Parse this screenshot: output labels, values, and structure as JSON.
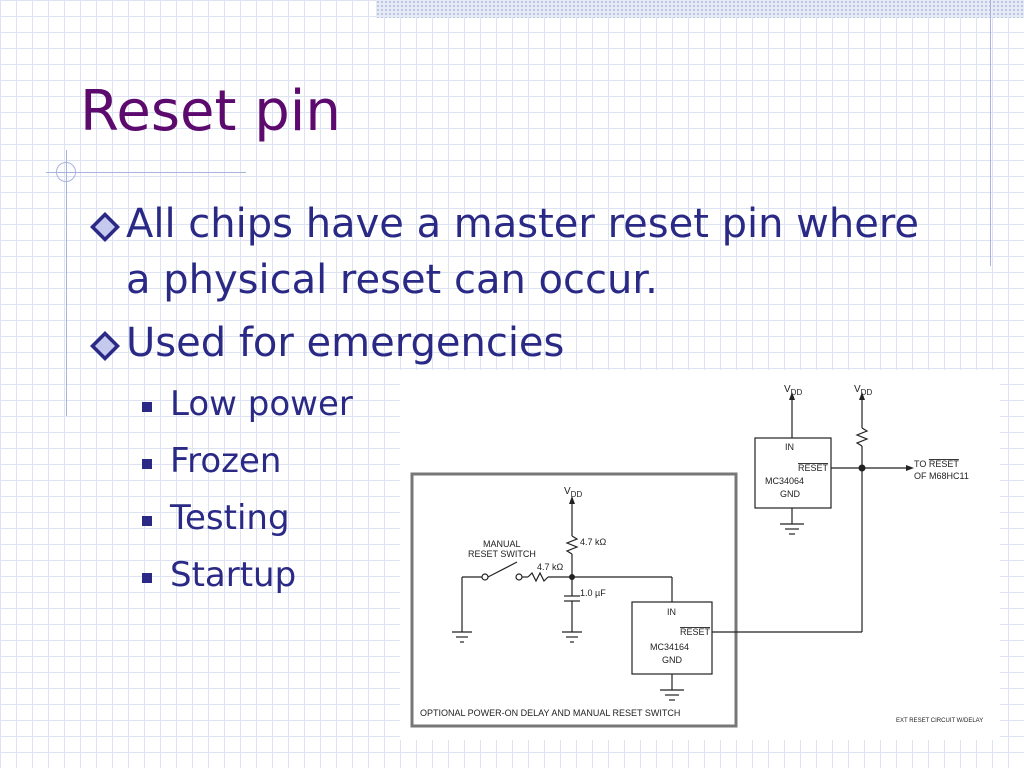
{
  "slide": {
    "title": "Reset pin",
    "bullets": [
      {
        "lines": [
          "All chips have a master reset pin where",
          "a physical reset can occur."
        ]
      },
      {
        "lines": [
          "Used for emergencies"
        ]
      }
    ],
    "sub_bullets": [
      "Low power",
      "Frozen",
      "Testing",
      "Startup"
    ]
  },
  "circuit": {
    "upper": {
      "vdd_left": "V",
      "vdd_left_sub": "DD",
      "vdd_right": "V",
      "vdd_right_sub": "DD",
      "chip_in": "IN",
      "chip_reset": "RESET",
      "chip_part": "MC34064",
      "chip_gnd": "GND",
      "to_reset_line1_prefix": "TO ",
      "to_reset_line1_bar": "RESET",
      "to_reset_line2": "OF M68HC11"
    },
    "lower": {
      "vdd": "V",
      "vdd_sub": "DD",
      "resistor_top": "4.7 kΩ",
      "resistor_switch": "4.7 kΩ",
      "switch_label_1": "MANUAL",
      "switch_label_2": "RESET SWITCH",
      "capacitor": "1.0 µF",
      "chip_in": "IN",
      "chip_reset": "RESET",
      "chip_part": "MC34164",
      "chip_gnd": "GND",
      "caption": "OPTIONAL POWER-ON DELAY AND MANUAL RESET SWITCH"
    },
    "figure_id": "EXT RESET CIRCUIT W/DELAY"
  },
  "colors": {
    "title": "#5c0a6e",
    "body_text": "#2a2a86",
    "grid": "#dde3f2",
    "accent_lines": "#a8b4de"
  }
}
